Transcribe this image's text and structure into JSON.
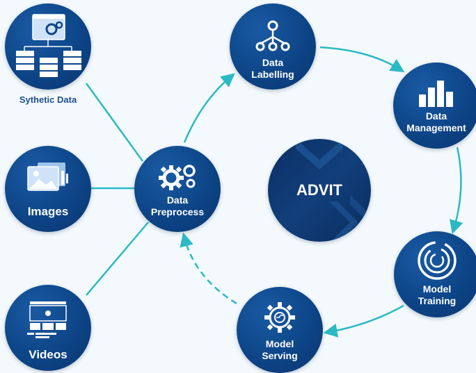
{
  "center": {
    "label": "ADVIT"
  },
  "nodes": {
    "synthetic": {
      "caption": "Sythetic Data"
    },
    "images": {
      "label": "Images"
    },
    "videos": {
      "label": "Videos"
    },
    "preprocess": {
      "line1": "Data",
      "line2": "Preprocess"
    },
    "labelling": {
      "line1": "Data",
      "line2": "Labelling"
    },
    "management": {
      "line1": "Data",
      "line2": "Management"
    },
    "training": {
      "line1": "Model",
      "line2": "Training"
    },
    "serving": {
      "line1": "Model",
      "line2": "Serving"
    }
  },
  "colors": {
    "node": "#0d4587",
    "connector": "#2bb9c4",
    "caption": "#1d4f8f",
    "background": "#f3f9fc"
  },
  "icons": {
    "synthetic": "server-config-icon",
    "images": "image-gallery-icon",
    "videos": "video-layout-icon",
    "preprocess": "gears-icon",
    "labelling": "hierarchy-icon",
    "management": "bar-chart-icon",
    "training": "spiral-target-icon",
    "serving": "gear-chip-icon"
  }
}
